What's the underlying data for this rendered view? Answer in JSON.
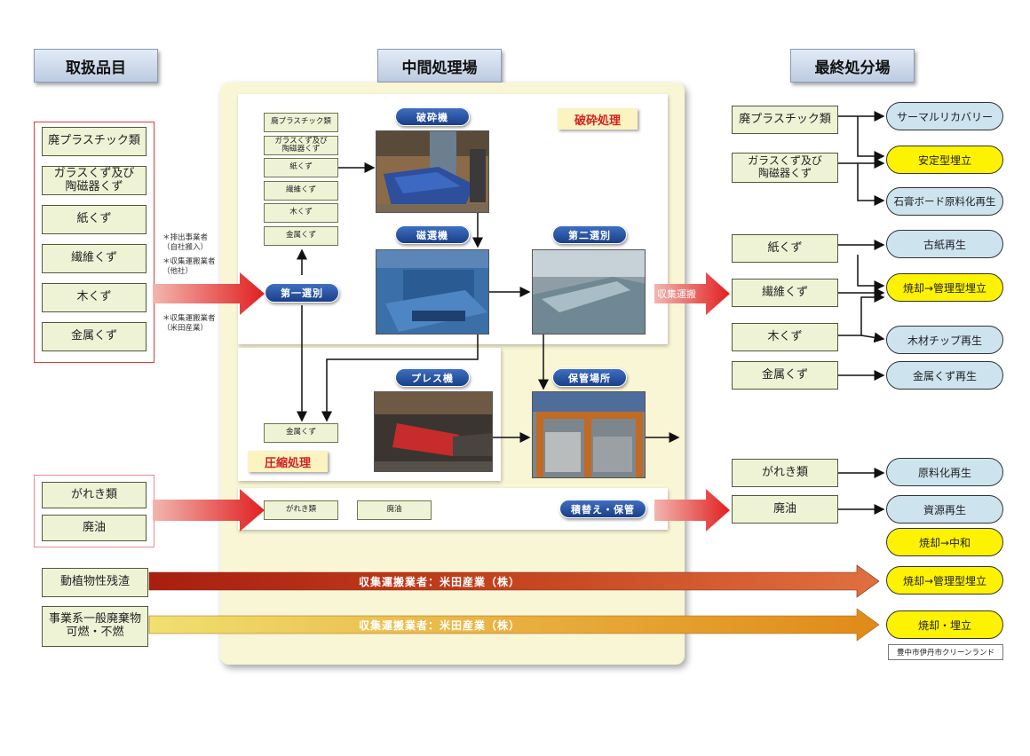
{
  "headers": {
    "items": "取扱品目",
    "intermediate": "中間処理場",
    "final": "最終処分場"
  },
  "left_items": [
    "廃プラスチック類",
    "ガラスくず及び\n陶磁器くず",
    "紙くず",
    "繊維くず",
    "木くず",
    "金属くず"
  ],
  "left_notes": [
    "＊排出事業者\n（自社搬入）",
    "＊収集運搬業者\n（他社）",
    "＊収集運搬業者\n（米田産業）"
  ],
  "left_items2": [
    "がれき類",
    "廃油"
  ],
  "left_items3": [
    "動植物性残渣",
    "事業系一般廃棄物\n可燃・不燃"
  ],
  "panel_items": [
    "廃プラスチック類",
    "ガラスくず及び\n陶磁器くず",
    "紙くず",
    "繊維くず",
    "木くず",
    "金属くず"
  ],
  "machines": {
    "crusher": "破砕機",
    "magnet": "磁選機",
    "second_sort": "第二選別",
    "first_sort": "第一選別",
    "press": "プレス機",
    "storage": "保管場所",
    "transfer": "積替え・保管"
  },
  "process_labels": {
    "crush": "破砕処理",
    "compress": "圧縮処理"
  },
  "press_item": "金属くず",
  "transfer_items": [
    "がれき類",
    "廃油"
  ],
  "arrow_label": "収集運搬",
  "bar_labels": [
    "収集運搬業者：米田産業（株）",
    "収集運搬業者：米田産業（株）"
  ],
  "right_items": [
    "廃プラスチック類",
    "ガラスくず及び\n陶磁器くず",
    "紙くず",
    "繊維くず",
    "木くず",
    "金属くず",
    "がれき類",
    "廃油"
  ],
  "destinations": {
    "thermal": "サーマルリカバリー",
    "stable": "安定型埋立",
    "gypsum": "石膏ボード原料化再生",
    "paper": "古紙再生",
    "burn_managed": "焼却→管理型埋立",
    "woodchip": "木材チップ再生",
    "metal": "金属くず再生",
    "raw": "原料化再生",
    "resource": "資源再生",
    "neutral": "焼却→中和",
    "burn_managed2": "焼却→管理型埋立",
    "burn_landfill": "焼却・埋立"
  },
  "caption": "豊中市伊丹市クリーンランド",
  "colors": {
    "red_arrow": "#e53935",
    "bar_red": "#c0401c",
    "bar_orange": "#e59a20",
    "yellow": "#fdf200",
    "light_blue": "#cde3ee",
    "item_green": "#eef3d6"
  }
}
